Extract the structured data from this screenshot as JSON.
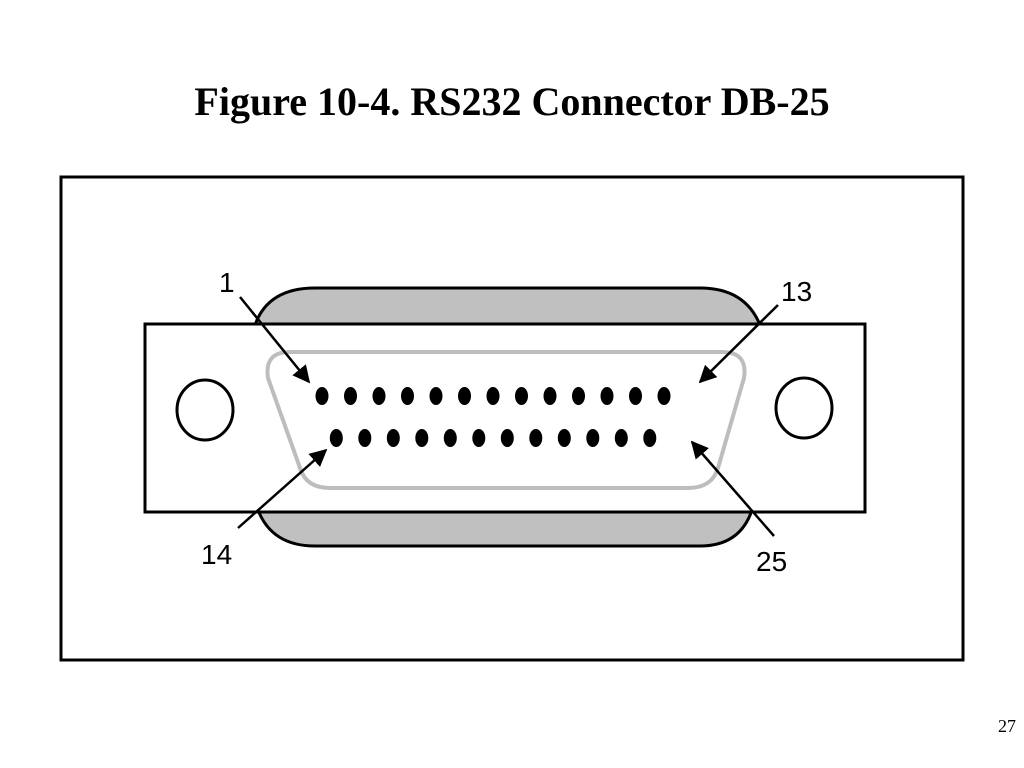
{
  "slide": {
    "title": "Figure 10-4. RS232 Connector DB-25",
    "page_number": "27"
  },
  "connector": {
    "type": "DB-25",
    "top_row_pins": 13,
    "bottom_row_pins": 12,
    "labels": {
      "pin_1": "1",
      "pin_13": "13",
      "pin_14": "14",
      "pin_25": "25"
    },
    "colors": {
      "shell": "#c0c0c0",
      "inner_outline": "#bdbdbd",
      "line": "#000000"
    }
  }
}
